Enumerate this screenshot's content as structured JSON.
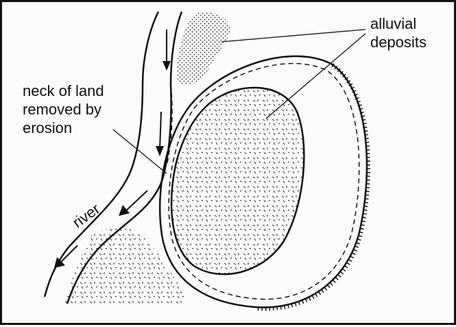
{
  "labels": {
    "alluvial": "alluvial\ndeposits",
    "neck": "neck of land\nremoved by\nerosion",
    "river": "river"
  }
}
